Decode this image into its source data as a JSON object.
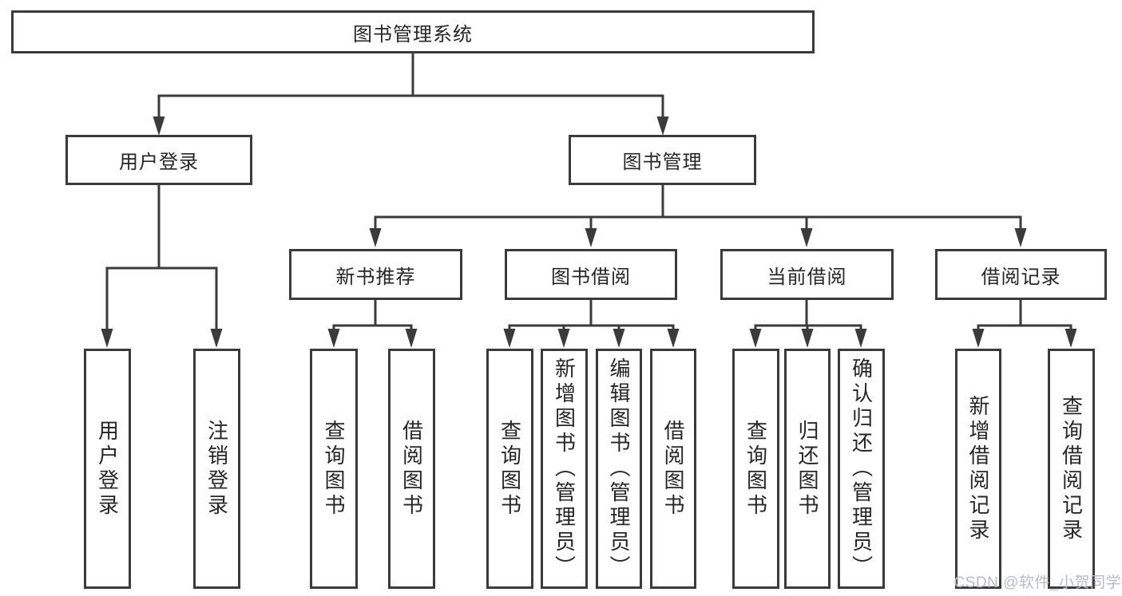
{
  "colors": {
    "line": "#3b3b3b",
    "text": "#262626",
    "watermark": "#b7bcc3",
    "background": "#ffffff"
  },
  "tree": {
    "root": {
      "label": "图书管理系统",
      "children": [
        {
          "label": "用户登录",
          "children": [
            {
              "label": "用户登录"
            },
            {
              "label": "注销登录"
            }
          ]
        },
        {
          "label": "图书管理",
          "children": [
            {
              "label": "新书推荐",
              "children": [
                {
                  "label": "查询图书"
                },
                {
                  "label": "借阅图书"
                }
              ]
            },
            {
              "label": "图书借阅",
              "children": [
                {
                  "label": "查询图书"
                },
                {
                  "label": "新增图书（管理员）"
                },
                {
                  "label": "编辑图书（管理员）"
                },
                {
                  "label": "借阅图书"
                }
              ]
            },
            {
              "label": "当前借阅",
              "children": [
                {
                  "label": "查询图书"
                },
                {
                  "label": "归还图书"
                },
                {
                  "label": "确认归还（管理员）"
                }
              ]
            },
            {
              "label": "借阅记录",
              "children": [
                {
                  "label": "新增借阅记录"
                },
                {
                  "label": "查询借阅记录"
                }
              ]
            }
          ]
        }
      ]
    }
  },
  "watermark": "CSDN @软件_小贺同学"
}
